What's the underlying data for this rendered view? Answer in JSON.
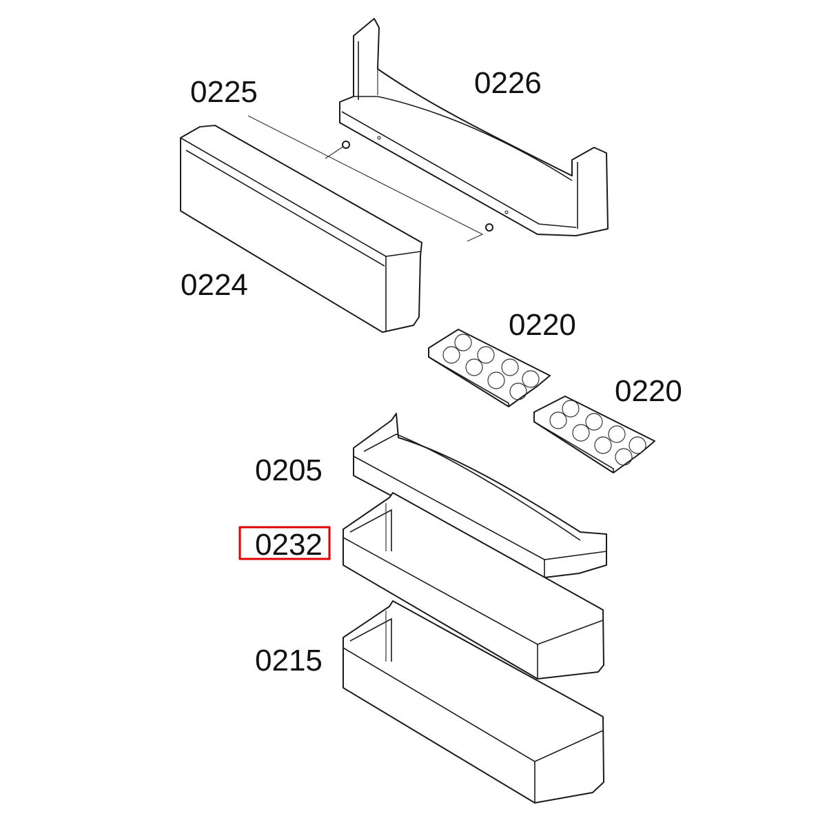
{
  "diagram": {
    "labels": {
      "p0225": "0225",
      "p0226": "0226",
      "p0224": "0224",
      "p0220a": "0220",
      "p0220b": "0220",
      "p0205": "0205",
      "p0232": "0232",
      "p0215": "0215"
    },
    "highlight_color": "#e00000",
    "line_color": "#1a1a1a"
  }
}
